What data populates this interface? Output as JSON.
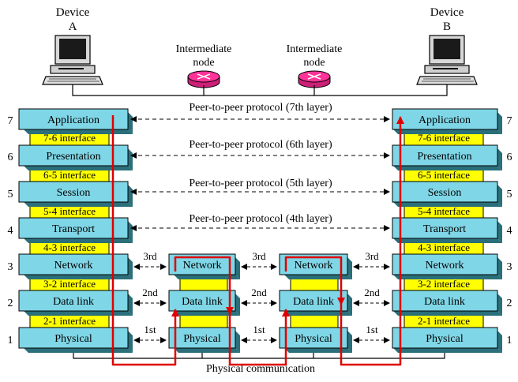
{
  "devices": {
    "a": {
      "title": "Device",
      "letter": "A"
    },
    "b": {
      "title": "Device",
      "letter": "B"
    }
  },
  "intermediate_nodes": [
    {
      "line1": "Intermediate",
      "line2": "node"
    },
    {
      "line1": "Intermediate",
      "line2": "node"
    }
  ],
  "layers": [
    {
      "number": "7",
      "name": "Application"
    },
    {
      "number": "6",
      "name": "Presentation"
    },
    {
      "number": "5",
      "name": "Session"
    },
    {
      "number": "4",
      "name": "Transport"
    },
    {
      "number": "3",
      "name": "Network"
    },
    {
      "number": "2",
      "name": "Data link"
    },
    {
      "number": "1",
      "name": "Physical"
    }
  ],
  "interfaces": [
    "7-6 interface",
    "6-5 interface",
    "5-4 interface",
    "4-3 interface",
    "3-2 interface",
    "2-1 interface"
  ],
  "peer_protocols": [
    "Peer-to-peer protocol (7th layer)",
    "Peer-to-peer protocol (6th layer)",
    "Peer-to-peer protocol (5th layer)",
    "Peer-to-peer protocol (4th layer)"
  ],
  "hop_labels": {
    "layer3": "3rd",
    "layer2": "2nd",
    "layer1": "1st"
  },
  "node_layers": [
    "Network",
    "Data link",
    "Physical"
  ],
  "physical_communication": "Physical communication",
  "colors": {
    "layer_box": "#7fd6e6",
    "interface_box": "#ffff00",
    "path": "#e00000",
    "router": "#ff3399"
  },
  "icons": [
    "computer-icon",
    "router-icon"
  ]
}
